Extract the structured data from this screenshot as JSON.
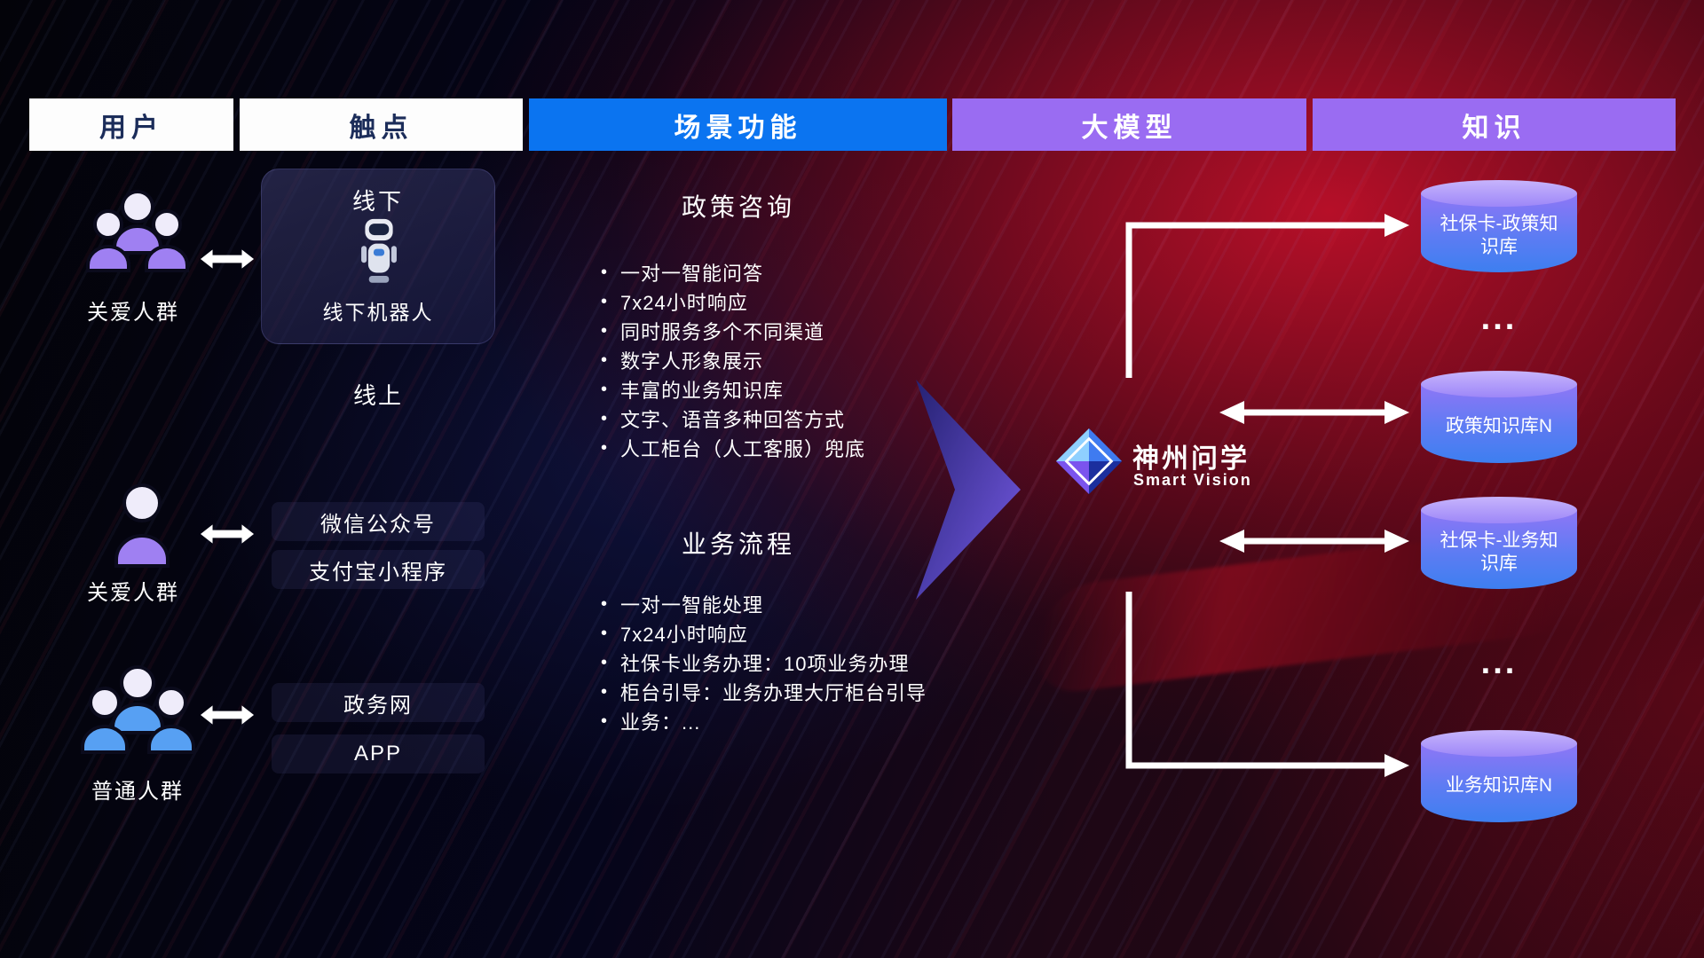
{
  "header": {
    "columns": [
      {
        "label": "用户"
      },
      {
        "label": "触点"
      },
      {
        "label": "场景功能"
      },
      {
        "label": "大模型"
      },
      {
        "label": "知识"
      }
    ]
  },
  "users": {
    "groups": [
      {
        "label": "关爱人群",
        "icon": "group-people-purple-icon"
      },
      {
        "label": "关爱人群",
        "icon": "person-purple-icon"
      },
      {
        "label": "普通人群",
        "icon": "group-people-blue-icon"
      }
    ]
  },
  "touchpoints": {
    "offline_card": {
      "title": "线下",
      "robot_label": "线下机器人",
      "robot_icon": "service-robot-icon"
    },
    "online_label": "线上",
    "channels": [
      "微信公众号",
      "支付宝小程序",
      "政务网",
      "APP"
    ]
  },
  "scenes": {
    "bullet": "•",
    "sections": [
      {
        "title": "政策咨询",
        "items": [
          "一对一智能问答",
          "7x24小时响应",
          "同时服务多个不同渠道",
          "数字人形象展示",
          "丰富的业务知识库",
          "文字、语音多种回答方式",
          "人工柜台（人工客服）兜底"
        ]
      },
      {
        "title": "业务流程",
        "items": [
          "一对一智能处理",
          "7x24小时响应",
          "社保卡业务办理：10项业务办理",
          "柜台引导：业务办理大厅柜台引导",
          "业务：..."
        ]
      }
    ]
  },
  "model": {
    "brand": "神州问学",
    "brand_sub": "Smart Vision",
    "logo": "diamond-logo-icon"
  },
  "knowledge": {
    "ellipsis": "...",
    "stores": [
      "社保卡-政策知识库",
      "政策知识库N",
      "社保卡-业务知识库",
      "业务知识库N"
    ]
  },
  "colors": {
    "header_white_bg": "#fdfdfd",
    "header_white_text": "#1c2d5a",
    "header_blue_bg": "#0b74f0",
    "header_purple_bg": "#9a6cf2",
    "cylinder_top": "#c7b4fc",
    "cylinder_body_top": "#8f76f6",
    "cylinder_body_bottom": "#3d7ff0",
    "connector_arrow": "#ffffff",
    "big_arrow_start": "#232377",
    "big_arrow_end": "#7a5ff0"
  }
}
